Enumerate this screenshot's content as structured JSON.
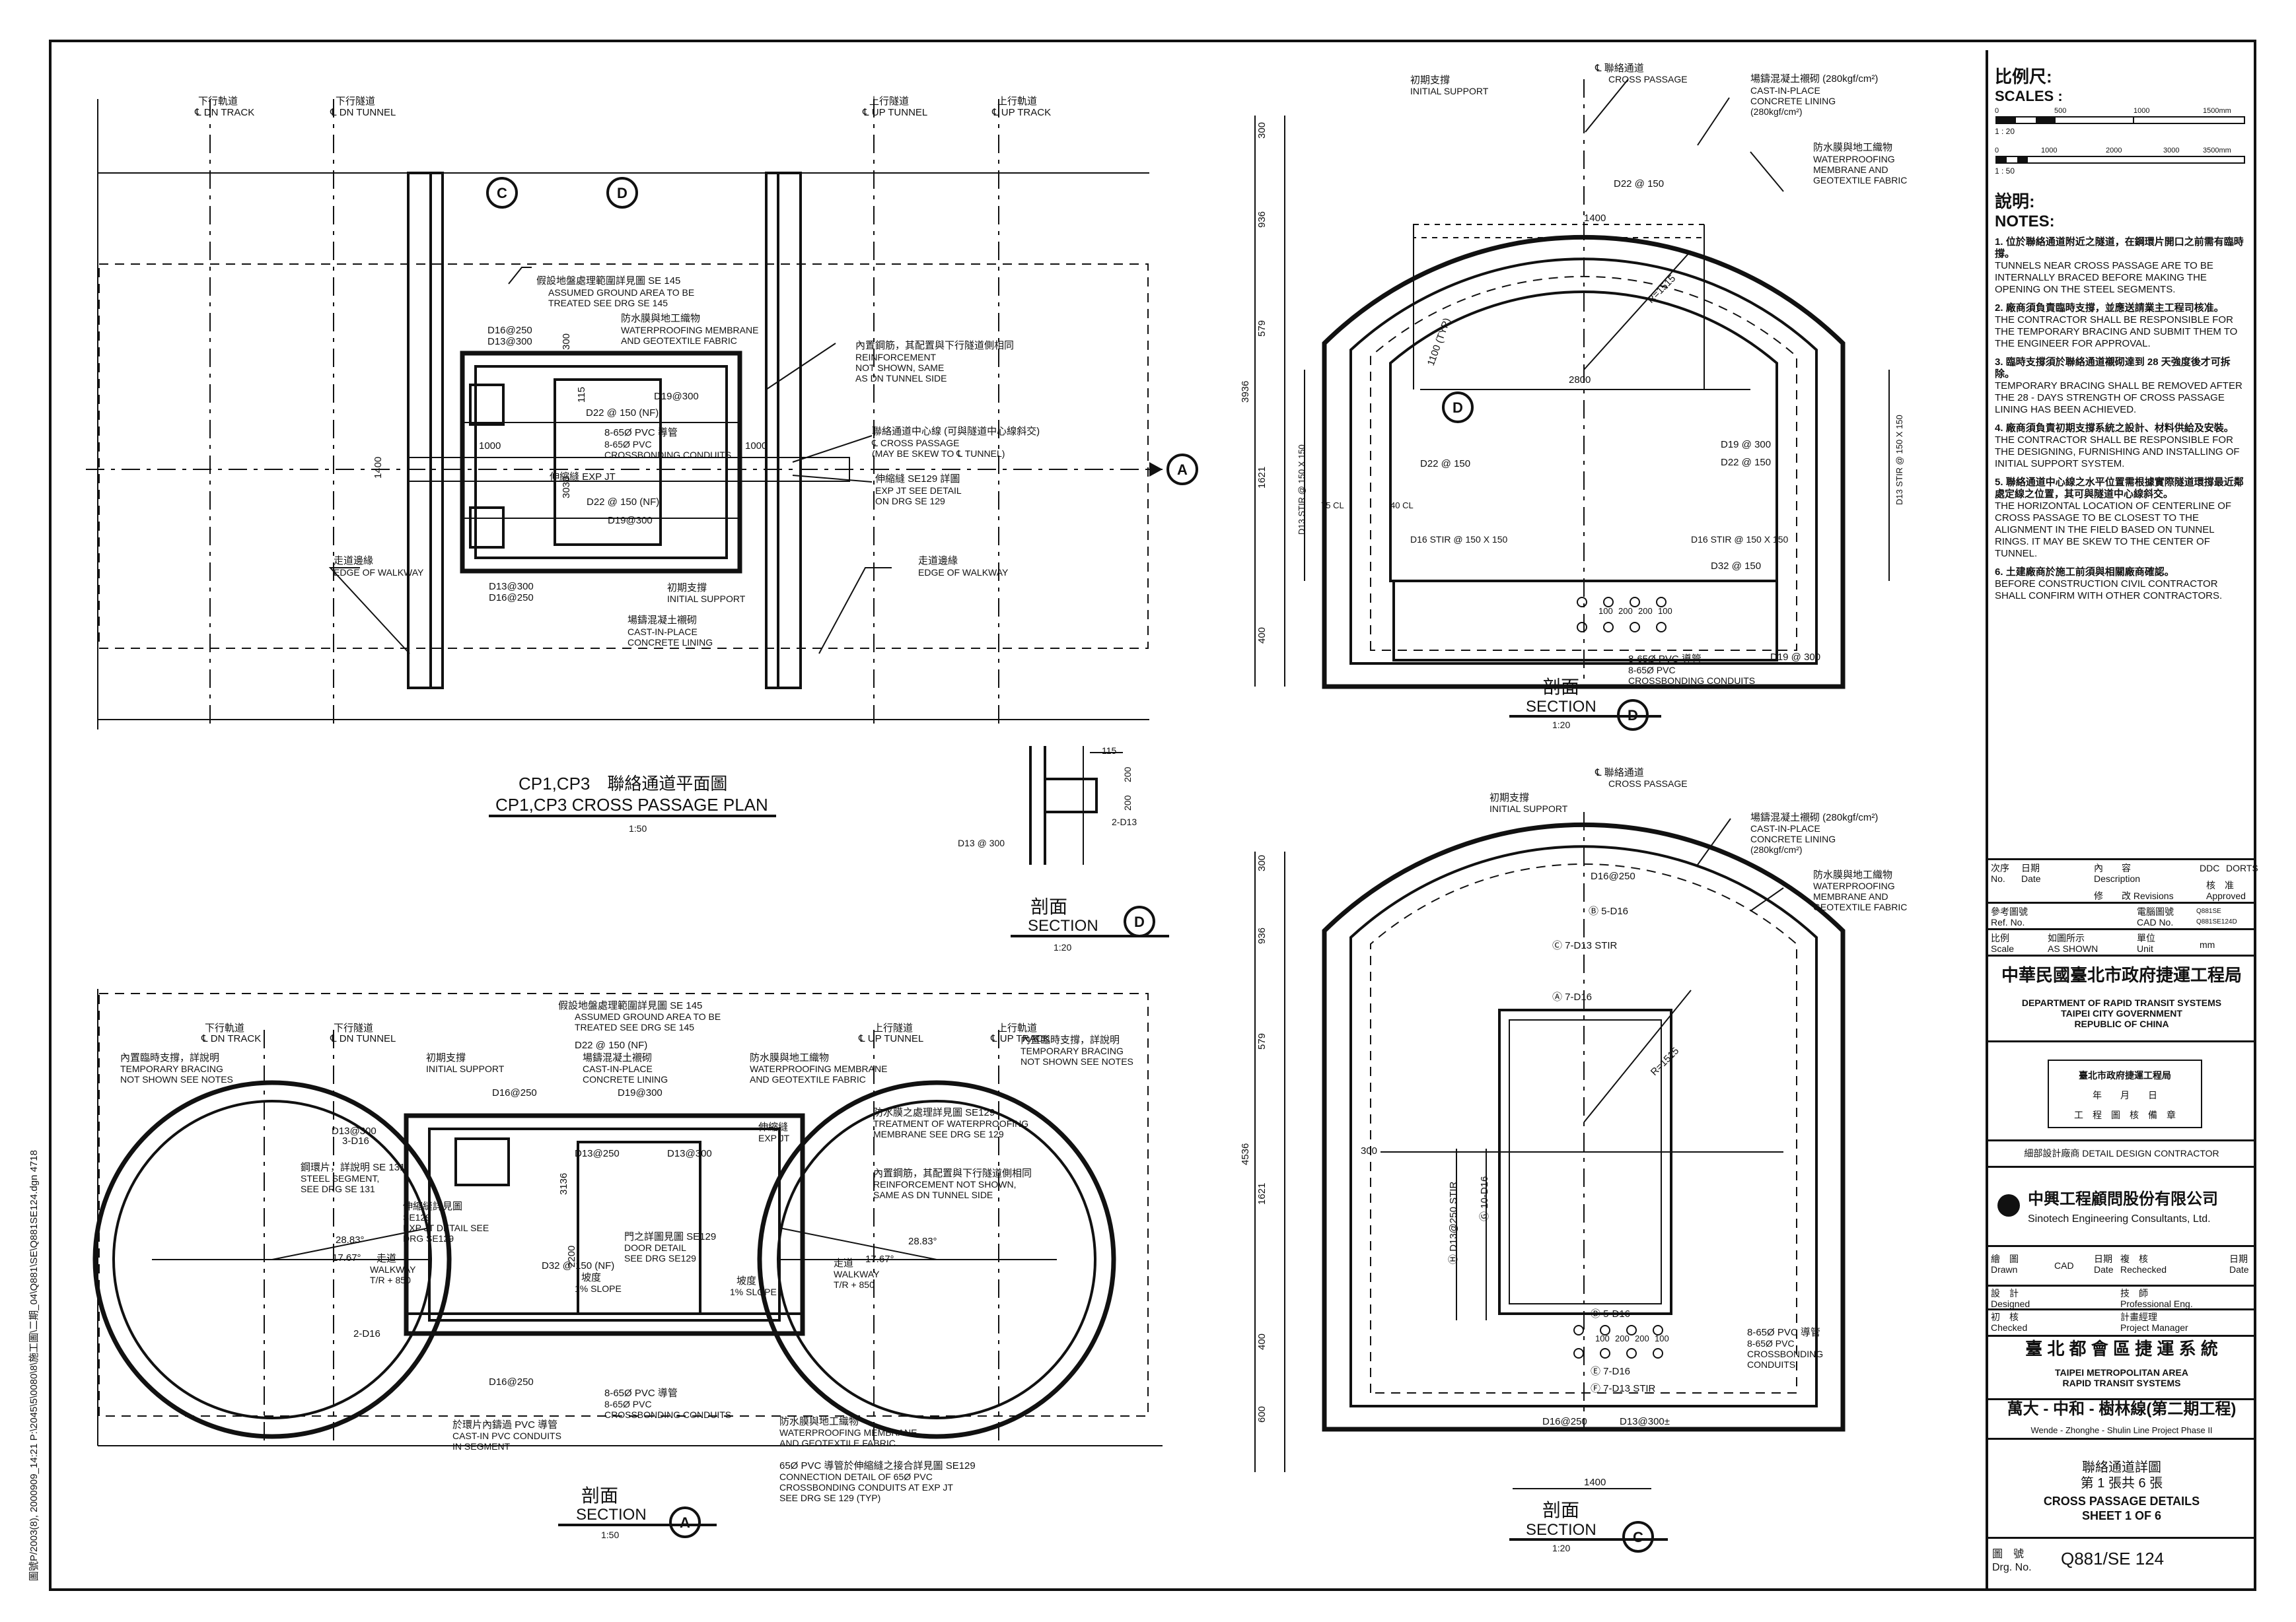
{
  "plan": {
    "title_zh": "CP1,CP3　聯絡通道平面圖",
    "title_en": "CP1,CP3 CROSS PASSAGE PLAN",
    "scale": "1:50",
    "dn_track_zh": "下行軌道",
    "dn_track_en": "℄ DN TRACK",
    "dn_tunnel_zh": "下行隧道",
    "dn_tunnel_en": "℄ DN TUNNEL",
    "up_tunnel_zh": "上行隧道",
    "up_tunnel_en": "℄ UP TUNNEL",
    "up_track_zh": "上行軌道",
    "up_track_en": "℄ UP TRACK",
    "ground_zh": "假設地盤處理範圍詳見圖 SE 145",
    "ground_en": "ASSUMED GROUND AREA TO BE\nTREATED SEE DRG SE 145",
    "wp_zh": "防水膜與地工織物",
    "wp_en": "WATERPROOFING MEMBRANE\nAND GEOTEXTILE FABRIC",
    "reinf_zh": "內置鋼筋，其配置與下行隧道側相同",
    "reinf_en": "REINFORCEMENT\nNOT SHOWN, SAME\nAS DN TUNNEL SIDE",
    "cl_zh": "聯絡通道中心線 (可與隧道中心線斜交)",
    "cl_en": "℄ CROSS PASSAGE\n(MAY BE SKEW TO ℄ TUNNEL)",
    "expjt_zh": "伸縮縫 SE129 詳圖",
    "expjt_en": "EXP JT SEE DETAIL\nON DRG SE 129",
    "walk_zh": "走道邊緣",
    "walk_en": "EDGE OF WALKWAY",
    "init_zh": "初期支撐",
    "init_en": "INITIAL SUPPORT",
    "cast_zh": "場鑄混凝土襯砌",
    "cast_en": "CAST-IN-PLACE\nCONCRETE LINING",
    "r1": "D16@250",
    "r2": "D13@300",
    "r3": "D19@300",
    "r4": "D22 @ 150 (NF)",
    "r5": "8-65Ø PVC 導管",
    "r6": "8-65Ø PVC\nCROSSBONDING CONDUITS",
    "d1000": "1000",
    "d1400": "1400",
    "d300": "300",
    "d115": "115",
    "d3030": "3030",
    "expjt_short": "伸縮縫 EXP JT",
    "d22b": "D22 @ 150 (NF)",
    "d19b": "D19@300"
  },
  "secD": {
    "label_zh": "剖面",
    "label_en": "SECTION",
    "scale": "1:20",
    "tag": "D",
    "r1": "D13 @ 300",
    "r2": "2-D13",
    "d115": "115",
    "d200": "200",
    "d200b": "200"
  },
  "secB": {
    "label_zh": "剖面",
    "label_en": "SECTION",
    "scale": "1:20",
    "tag": "D",
    "init_zh": "初期支撐",
    "init_en": "INITIAL SUPPORT",
    "cp_zh": "℄ 聯絡通道",
    "cp_en": "CROSS PASSAGE",
    "cast_zh": "場鑄混凝土襯砌 (280kgf/cm²)",
    "cast_en": "CAST-IN-PLACE\nCONCRETE LINING\n(280kgf/cm²)",
    "wp_zh": "防水膜與地工織物",
    "wp_en": "WATERPROOFING\nMEMBRANE AND\nGEOTEXTILE FABRIC",
    "d22": "D22 @ 150",
    "d1400": "1400",
    "r1515": "R=1515",
    "d2800": "2800",
    "d1100": "1100 (TYP)",
    "d300": "300",
    "d936": "936",
    "d579": "579",
    "d3936": "3936",
    "d1621": "1621",
    "d400": "400",
    "d300t": "300",
    "stir_l": "D13 STIR @ 150 X 150",
    "stir_r": "D13 STIR @ 150 X 150",
    "d22l": "D22 @ 150",
    "d19": "D19 @ 300",
    "d22r": "D22 @ 150",
    "cl75": "75 CL",
    "cl40": "40 CL",
    "d16s": "D16 STIR @ 150 X 150",
    "d16s2": "D16 STIR @ 150 X 150",
    "d32": "D32 @ 150",
    "d100": "100",
    "d200": "200",
    "d200b": "200",
    "d100b": "100",
    "pvc_zh": "8-65Ø PVC 導管",
    "pvc_en": "8-65Ø PVC\nCROSSBONDING CONDUITS",
    "d19b": "D19 @ 300"
  },
  "secA": {
    "label_zh": "剖面",
    "label_en": "SECTION",
    "scale": "1:50",
    "tag": "A",
    "ground_zh": "假設地盤處理範圍詳見圖 SE 145",
    "ground_en": "ASSUMED GROUND AREA TO BE\nTREATED SEE DRG SE 145",
    "d22": "D22 @ 150 (NF)",
    "tb_zh": "內置臨時支撐，詳說明",
    "tb_en": "TEMPORARY BRACING\nNOT SHOWN SEE NOTES",
    "init_zh": "初期支撐",
    "init_en": "INITIAL SUPPORT",
    "cast_zh": "場鑄混凝土襯砌",
    "cast_en": "CAST-IN-PLACE\nCONCRETE LINING",
    "wp_zh": "防水膜與地工織物",
    "wp_en": "WATERPROOFING MEMBRANE\nAND GEOTEXTILE FABRIC",
    "tb2_zh": "內置臨時支撐，詳說明",
    "tb2_en": "TEMPORARY BRACING\nNOT SHOWN SEE NOTES",
    "d16": "D16@250",
    "d19": "D19@300",
    "d13": "D13@300",
    "d3d16": "3-D16",
    "d13b": "D13@250",
    "d13c": "D13@300",
    "expjt_zh": "伸縮縫",
    "expjt_en": "EXP JT",
    "seg_zh": "鋼環片，詳說明 SE 131",
    "seg_en": "STEEL SEGMENT,\nSEE DRG SE 131",
    "expd_zh": "伸縮縫詳見圖",
    "expd_en": "SE129\nEXP JT DETAIL SEE\nDRG SE129",
    "treat_zh": "防水膜之處理詳見圖 SE129",
    "treat_en": "TREATMENT OF WATERPROOFING\nMEMBRANE SEE DRG SE 129",
    "reinf_zh": "內置鋼筋，其配置與下行隧道側相同",
    "reinf_en": "REINFORCEMENT NOT SHOWN,\nSAME AS DN TUNNEL SIDE",
    "door_zh": "門之詳圖見圖 SE129",
    "door_en": "DOOR DETAIL\nSEE DRG SE129",
    "a1": "28.83°",
    "a2": "17.67°",
    "a3": "28.83°",
    "a4": "17.67°",
    "walk_zh": "走道",
    "walk_en": "WALKWAY\nT/R + 850",
    "walk2_zh": "走道",
    "walk2_en": "WALKWAY\nT/R + 850",
    "slope_zh": "坡度",
    "slope_en": "1% SLOPE",
    "slope2_zh": "坡度",
    "slope2_en": "1% SLOPE",
    "d32": "D32 @ 150 (NF)",
    "d3136": "3136",
    "d2200": "2200",
    "d2d16": "2-D16",
    "d16b": "D16@250",
    "pvc_zh": "8-65Ø PVC 導管",
    "pvc_en": "8-65Ø PVC\nCROSSBONDING CONDUITS",
    "castpvc_zh": "於環片內鑄過 PVC 導管",
    "castpvc_en": "CAST-IN PVC CONDUITS\nIN SEGMENT",
    "wp2_zh": "防水膜與地工織物",
    "wp2_en": "WATERPROOFING MEMBRANE\nAND GEOTEXTILE FABRIC",
    "conn_zh": "65Ø PVC 導管於伸縮縫之接合詳見圖 SE129",
    "conn_en": "CONNECTION DETAIL OF 65Ø PVC\nCROSSBONDING CONDUITS AT EXP JT\nSEE DRG SE 129 (TYP)",
    "dn_track_zh": "下行軌道",
    "dn_track_en": "℄ DN TRACK",
    "dn_tunnel_zh": "下行隧道",
    "dn_tunnel_en": "℄ DN TUNNEL",
    "up_tunnel_zh": "上行隧道",
    "up_tunnel_en": "℄ UP TUNNEL",
    "up_track_zh": "上行軌道",
    "up_track_en": "℄ UP TRACK"
  },
  "secC": {
    "label_zh": "剖面",
    "label_en": "SECTION",
    "scale": "1:20",
    "tag": "C",
    "init_zh": "初期支撐",
    "init_en": "INITIAL SUPPORT",
    "cp_zh": "℄ 聯絡通道",
    "cp_en": "CROSS PASSAGE",
    "cast_zh": "場鑄混凝土襯砌 (280kgf/cm²)",
    "cast_en": "CAST-IN-PLACE\nCONCRETE LINING\n(280kgf/cm²)",
    "wp_zh": "防水膜與地工織物",
    "wp_en": "WATERPROOFING\nMEMBRANE AND\nGEOTEXTILE FABRIC",
    "d16": "D16@250",
    "d5": "Ⓑ 5-D16",
    "d7s": "Ⓒ 7-D13 STIR",
    "d7": "Ⓐ 7-D16",
    "r1515": "R=1515",
    "d300": "300",
    "d936": "936",
    "d579": "579",
    "d4536": "4536",
    "d1621": "1621",
    "d400": "400",
    "d600": "600",
    "d300b": "300",
    "d13s": "Ⓗ D13@250 STIR",
    "d10": "Ⓖ 10-D16",
    "d5b": "Ⓑ 5-D16",
    "d7b": "Ⓔ 7-D16",
    "d7sb": "Ⓕ 7-D13 STIR",
    "d16b": "D16@250",
    "d13": "D13@300±",
    "d1400": "1400",
    "pvc_zh": "8-65Ø PVC 導管",
    "pvc_en": "8-65Ø PVC\nCROSSBONDING\nCONDUITS",
    "d100": "100",
    "d200": "200",
    "d200b": "200",
    "d100b": "100"
  },
  "side_strip": "圖號P/2003(8), 2000909_14:21 P:\\2045\\5\\0080\\8\\施工圖\\二期_04\\Q881\\SE\\Q881SE124.dgn 4718",
  "sidebar": {
    "scales_zh": "比例尺:",
    "scales_en": "SCALES :",
    "s1_ticks": [
      "0",
      "500",
      "1000",
      "1500mm"
    ],
    "s1_label": "1 : 20",
    "s2_ticks": [
      "0",
      "1000",
      "2000",
      "3000",
      "3500mm"
    ],
    "s2_label": "1 : 50",
    "notes_zh": "說明:",
    "notes_en": "NOTES:",
    "notes": [
      {
        "n": "1.",
        "zh": "位於聯絡通道附近之隧道，在鋼環片開口之前需有臨時撐。",
        "en": "TUNNELS NEAR CROSS PASSAGE ARE TO BE INTERNALLY BRACED BEFORE MAKING THE OPENING ON THE STEEL SEGMENTS."
      },
      {
        "n": "2.",
        "zh": "廠商須負責臨時支撐，並應送請業主工程司核准。",
        "en": "THE CONTRACTOR SHALL BE RESPONSIBLE FOR THE TEMPORARY BRACING AND SUBMIT THEM TO THE ENGINEER FOR APPROVAL."
      },
      {
        "n": "3.",
        "zh": "臨時支撐須於聯絡通道襯砌達到 28 天強度後才可拆除。",
        "en": "TEMPORARY BRACING SHALL BE REMOVED AFTER THE 28 - DAYS STRENGTH OF CROSS PASSAGE LINING HAS BEEN ACHIEVED."
      },
      {
        "n": "4.",
        "zh": "廠商須負責初期支撐系統之設計、材料供給及安裝。",
        "en": "THE CONTRACTOR SHALL BE RESPONSIBLE FOR THE DESIGNING, FURNISHING AND INSTALLING OF INITIAL SUPPORT SYSTEM."
      },
      {
        "n": "5.",
        "zh": "聯絡通道中心線之水平位置需根據實際隧道環撐最近鄰處定線之位置，其可與隧道中心線斜交。",
        "en": "THE HORIZONTAL LOCATION OF CENTERLINE OF CROSS PASSAGE TO BE CLOSEST TO THE ALIGNMENT IN THE FIELD BASED ON TUNNEL RINGS. IT MAY BE SKEW TO THE CENTER OF TUNNEL."
      },
      {
        "n": "6.",
        "zh": "土建廠商於施工前須與相關廠商確認。",
        "en": "BEFORE CONSTRUCTION CIVIL CONTRACTOR SHALL CONFIRM WITH OTHER CONTRACTORS."
      }
    ],
    "rev": {
      "no_zh": "次序",
      "no_en": "No.",
      "date_zh": "日期",
      "date_en": "Date",
      "desc_zh": "內　　容",
      "desc_en": "Description",
      "ddc": "DDC",
      "dorts": "DORTS",
      "appr_zh": "核　准",
      "appr_en": "Approved",
      "rev_zh": "修　　改",
      "rev_en": "Revisions"
    },
    "ref_zh": "參考圖號",
    "ref_en": "Ref. No.",
    "cad_zh": "電腦圖號",
    "cad_en": "CAD No.",
    "cad_no": "Q881SE\nQ881SE124D",
    "scale_zh": "比例",
    "scale_en": "Scale",
    "as_zh": "如圖所示",
    "as_en": "AS SHOWN",
    "unit_zh": "單位",
    "unit_en": "Unit",
    "unit": "mm",
    "agency_zh": "中華民國臺北市政府捷運工程局",
    "agency_en": "DEPARTMENT OF RAPID TRANSIT SYSTEMS\nTAIPEI CITY GOVERNMENT\nREPUBLIC OF CHINA",
    "stamp1": "臺北市政府捷運工程局",
    "stamp2": "年　　月　　日",
    "stamp3": "工　程　圖　核　備　章",
    "contractor": "細部設計廠商 DETAIL DESIGN CONTRACTOR",
    "firm_zh": "中興工程顧問股份有限公司",
    "firm_en": "Sinotech Engineering Consultants, Ltd.",
    "drawn_zh": "繪　圖",
    "drawn_en": "Drawn",
    "drawn_val": "CAD",
    "date1_zh": "日期",
    "date1_en": "Date",
    "rech_zh": "複　核",
    "rech_en": "Rechecked",
    "date2_zh": "日期",
    "date2_en": "Date",
    "des_zh": "設　計",
    "des_en": "Designed",
    "pe_zh": "技　師",
    "pe_en": "Professional Eng.",
    "chk_zh": "初　核",
    "chk_en": "Checked",
    "pm_zh": "計畫經理",
    "pm_en": "Project Manager",
    "sys_zh": "臺 北 都 會 區 捷 運 系 統",
    "sys_en": "TAIPEI METROPOLITAN AREA\nRAPID TRANSIT SYSTEMS",
    "line_zh": "萬大 - 中和 - 樹林線(第二期工程)",
    "line_en": "Wende - Zhonghe - Shulin Line Project Phase II",
    "title_zh": "聯絡通道詳圖\n第 1 張共 6 張",
    "title_en": "CROSS PASSAGE DETAILS\nSHEET 1 OF 6",
    "drg_zh": "圖　號",
    "drg_en": "Drg. No.",
    "drg_no": "Q881/SE 124"
  }
}
